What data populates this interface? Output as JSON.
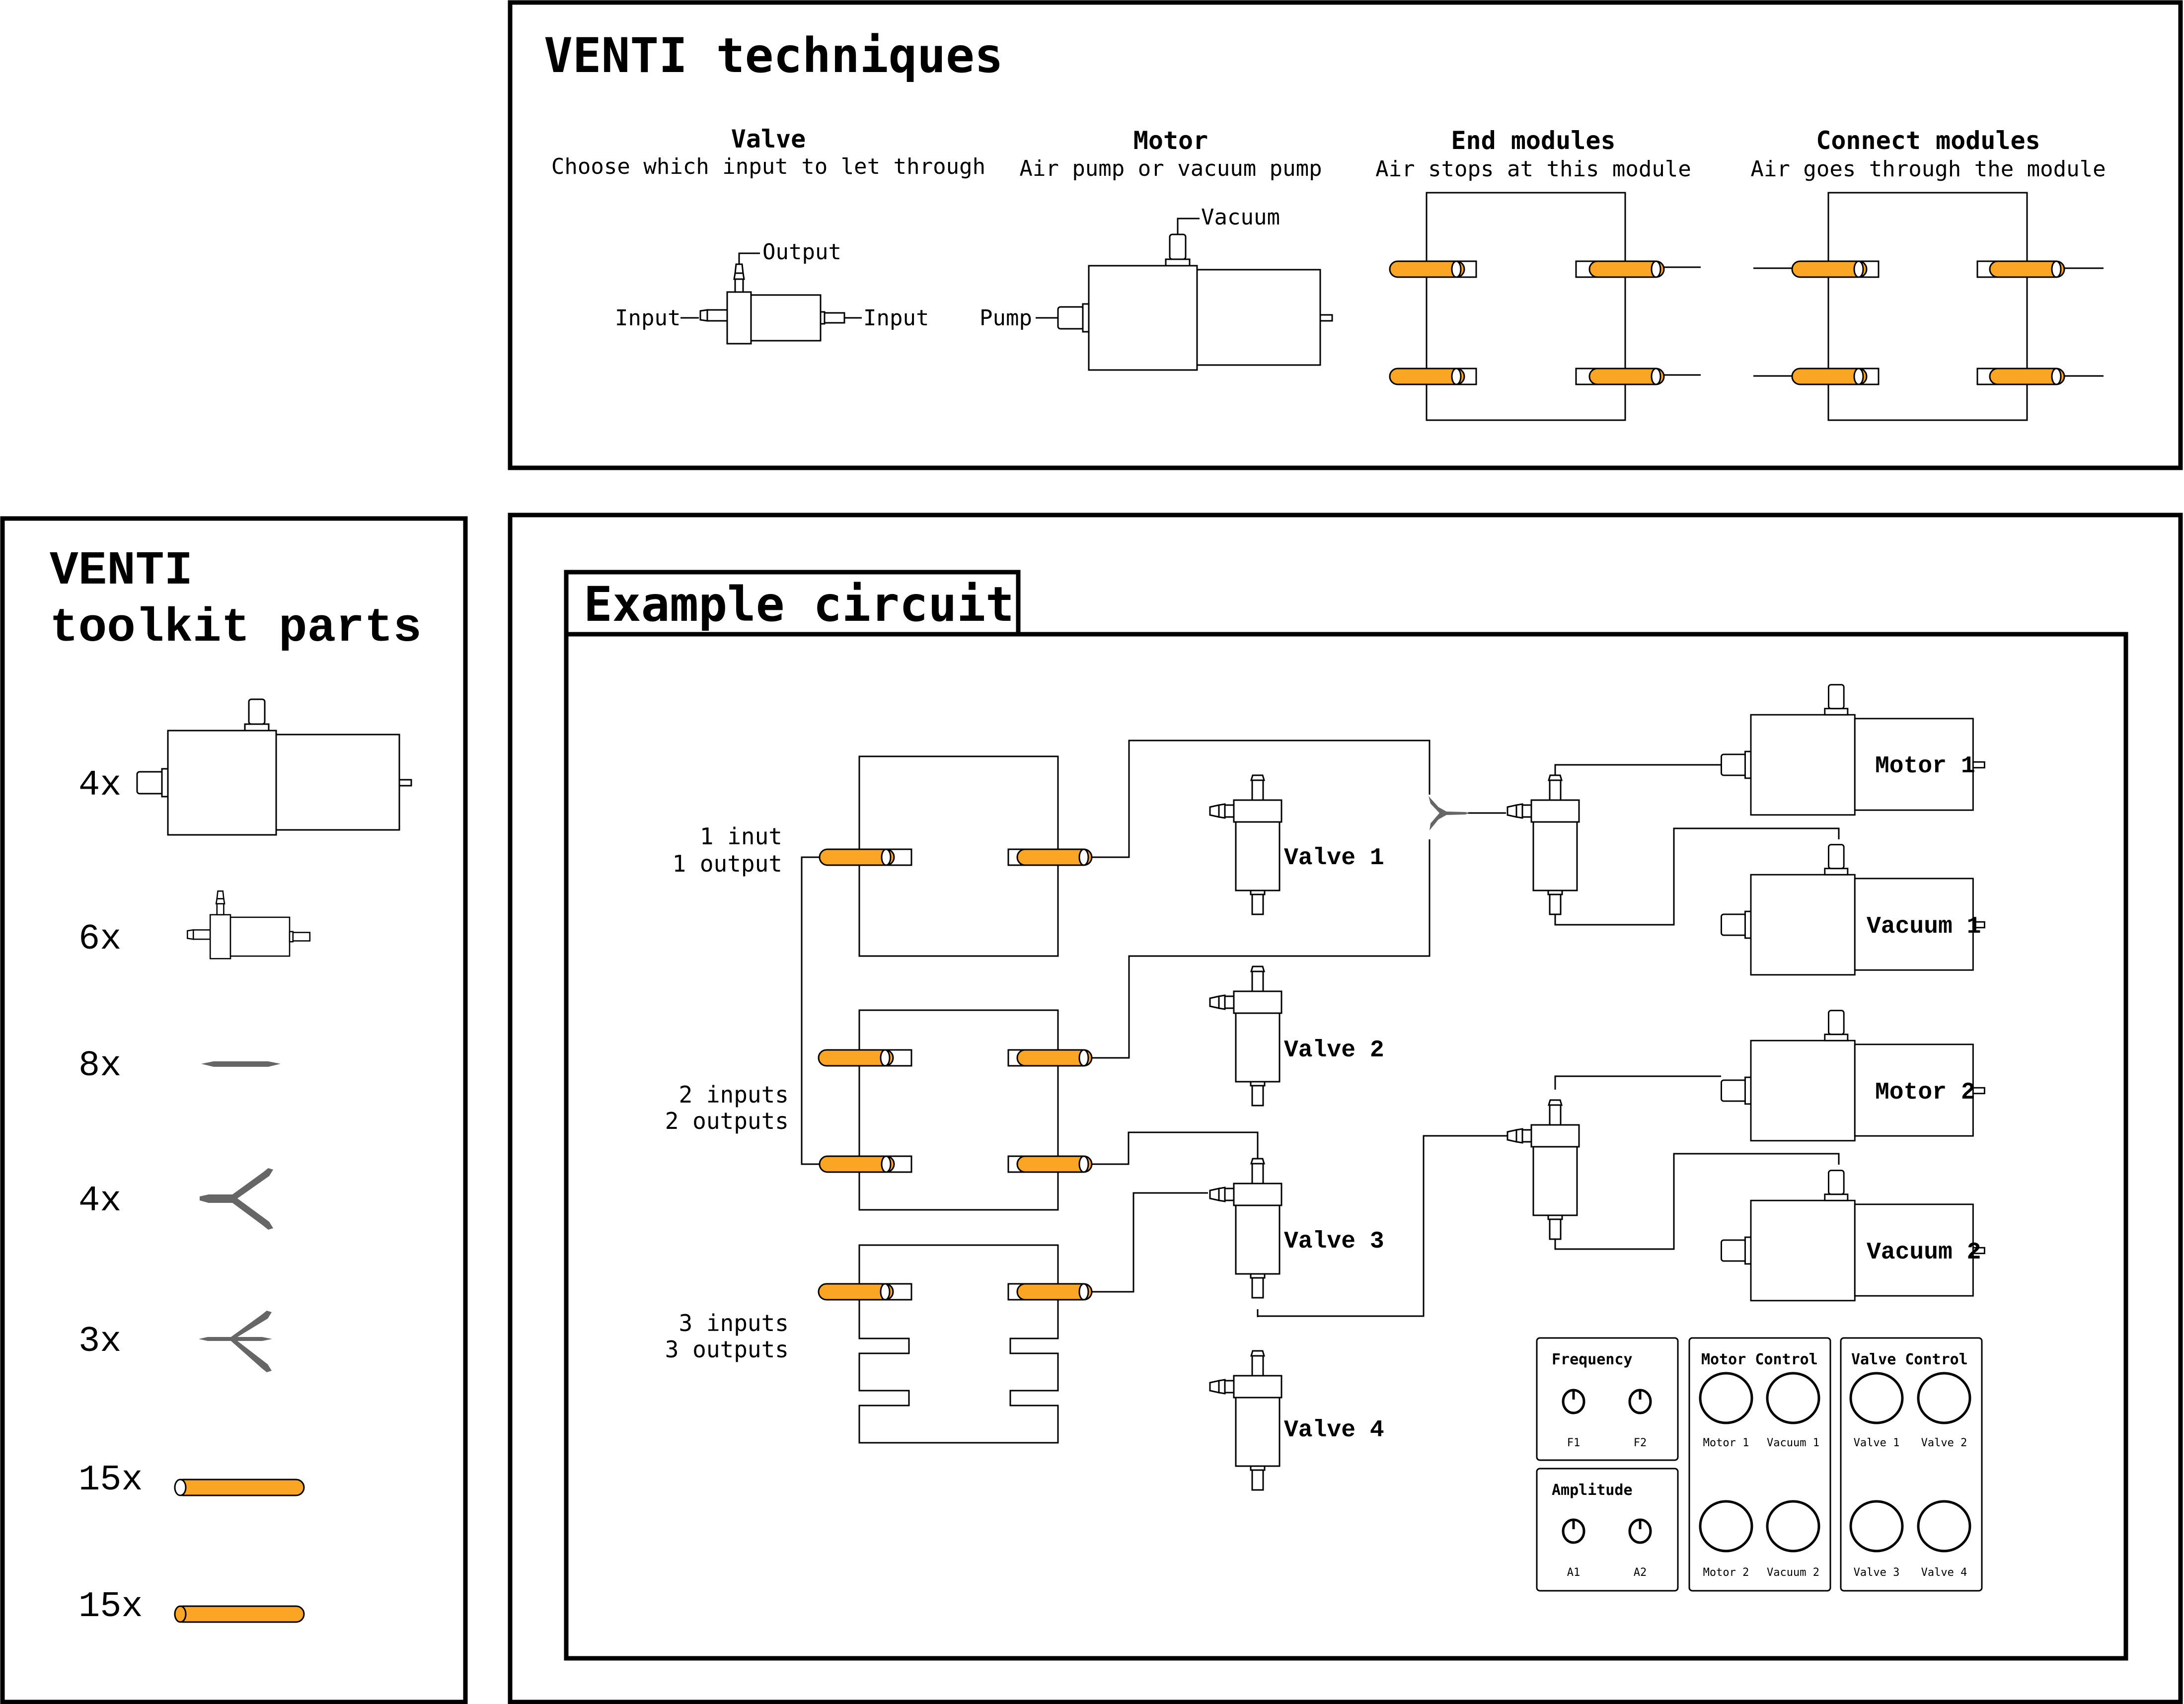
{
  "colors": {
    "tube_orange": "#FBA524",
    "connector_gray": "#666666",
    "stroke": "#000000",
    "background": "#FFFFFF"
  },
  "techniques": {
    "title": "VENTI techniques",
    "items": [
      {
        "name": "Valve",
        "description": "Choose which input to let through",
        "labels": {
          "output": "Output",
          "input_left": "Input",
          "input_right": "Input"
        }
      },
      {
        "name": "Motor",
        "description": "Air pump or vacuum pump",
        "labels": {
          "vacuum": "Vacuum",
          "pump": "Pump"
        }
      },
      {
        "name": "End modules",
        "description": "Air stops at this module"
      },
      {
        "name": "Connect modules",
        "description": "Air goes through the module"
      }
    ]
  },
  "toolkit": {
    "title_line1": "VENTI",
    "title_line2": "toolkit parts",
    "parts": [
      {
        "count": "4x",
        "icon": "motor-icon"
      },
      {
        "count": "6x",
        "icon": "valve-icon"
      },
      {
        "count": "8x",
        "icon": "straight-connector-icon"
      },
      {
        "count": "4x",
        "icon": "y-connector-icon"
      },
      {
        "count": "3x",
        "icon": "three-way-connector-icon"
      },
      {
        "count": "15x",
        "icon": "open-tube-icon"
      },
      {
        "count": "15x",
        "icon": "closed-tube-icon"
      }
    ]
  },
  "example": {
    "title": "Example circuit",
    "modules": [
      {
        "line1": "1 inut",
        "line2": "1 output"
      },
      {
        "line1": "2 inputs",
        "line2": "2 outputs"
      },
      {
        "line1": "3 inputs",
        "line2": "3 outputs"
      }
    ],
    "valves": [
      "Valve 1",
      "Valve 2",
      "Valve 3",
      "Valve 4"
    ],
    "motors": [
      "Motor 1",
      "Vacuum 1",
      "Motor 2",
      "Vacuum 2"
    ],
    "controls": {
      "frequency": {
        "title": "Frequency",
        "knobs": [
          "F1",
          "F2"
        ]
      },
      "amplitude": {
        "title": "Amplitude",
        "knobs": [
          "A1",
          "A2"
        ]
      },
      "motor_control": {
        "title": "Motor Control",
        "buttons": [
          "Motor 1",
          "Vacuum 1",
          "Motor 2",
          "Vacuum 2"
        ]
      },
      "valve_control": {
        "title": "Valve Control",
        "buttons": [
          "Valve 1",
          "Valve 2",
          "Valve 3",
          "Valve 4"
        ]
      }
    }
  }
}
